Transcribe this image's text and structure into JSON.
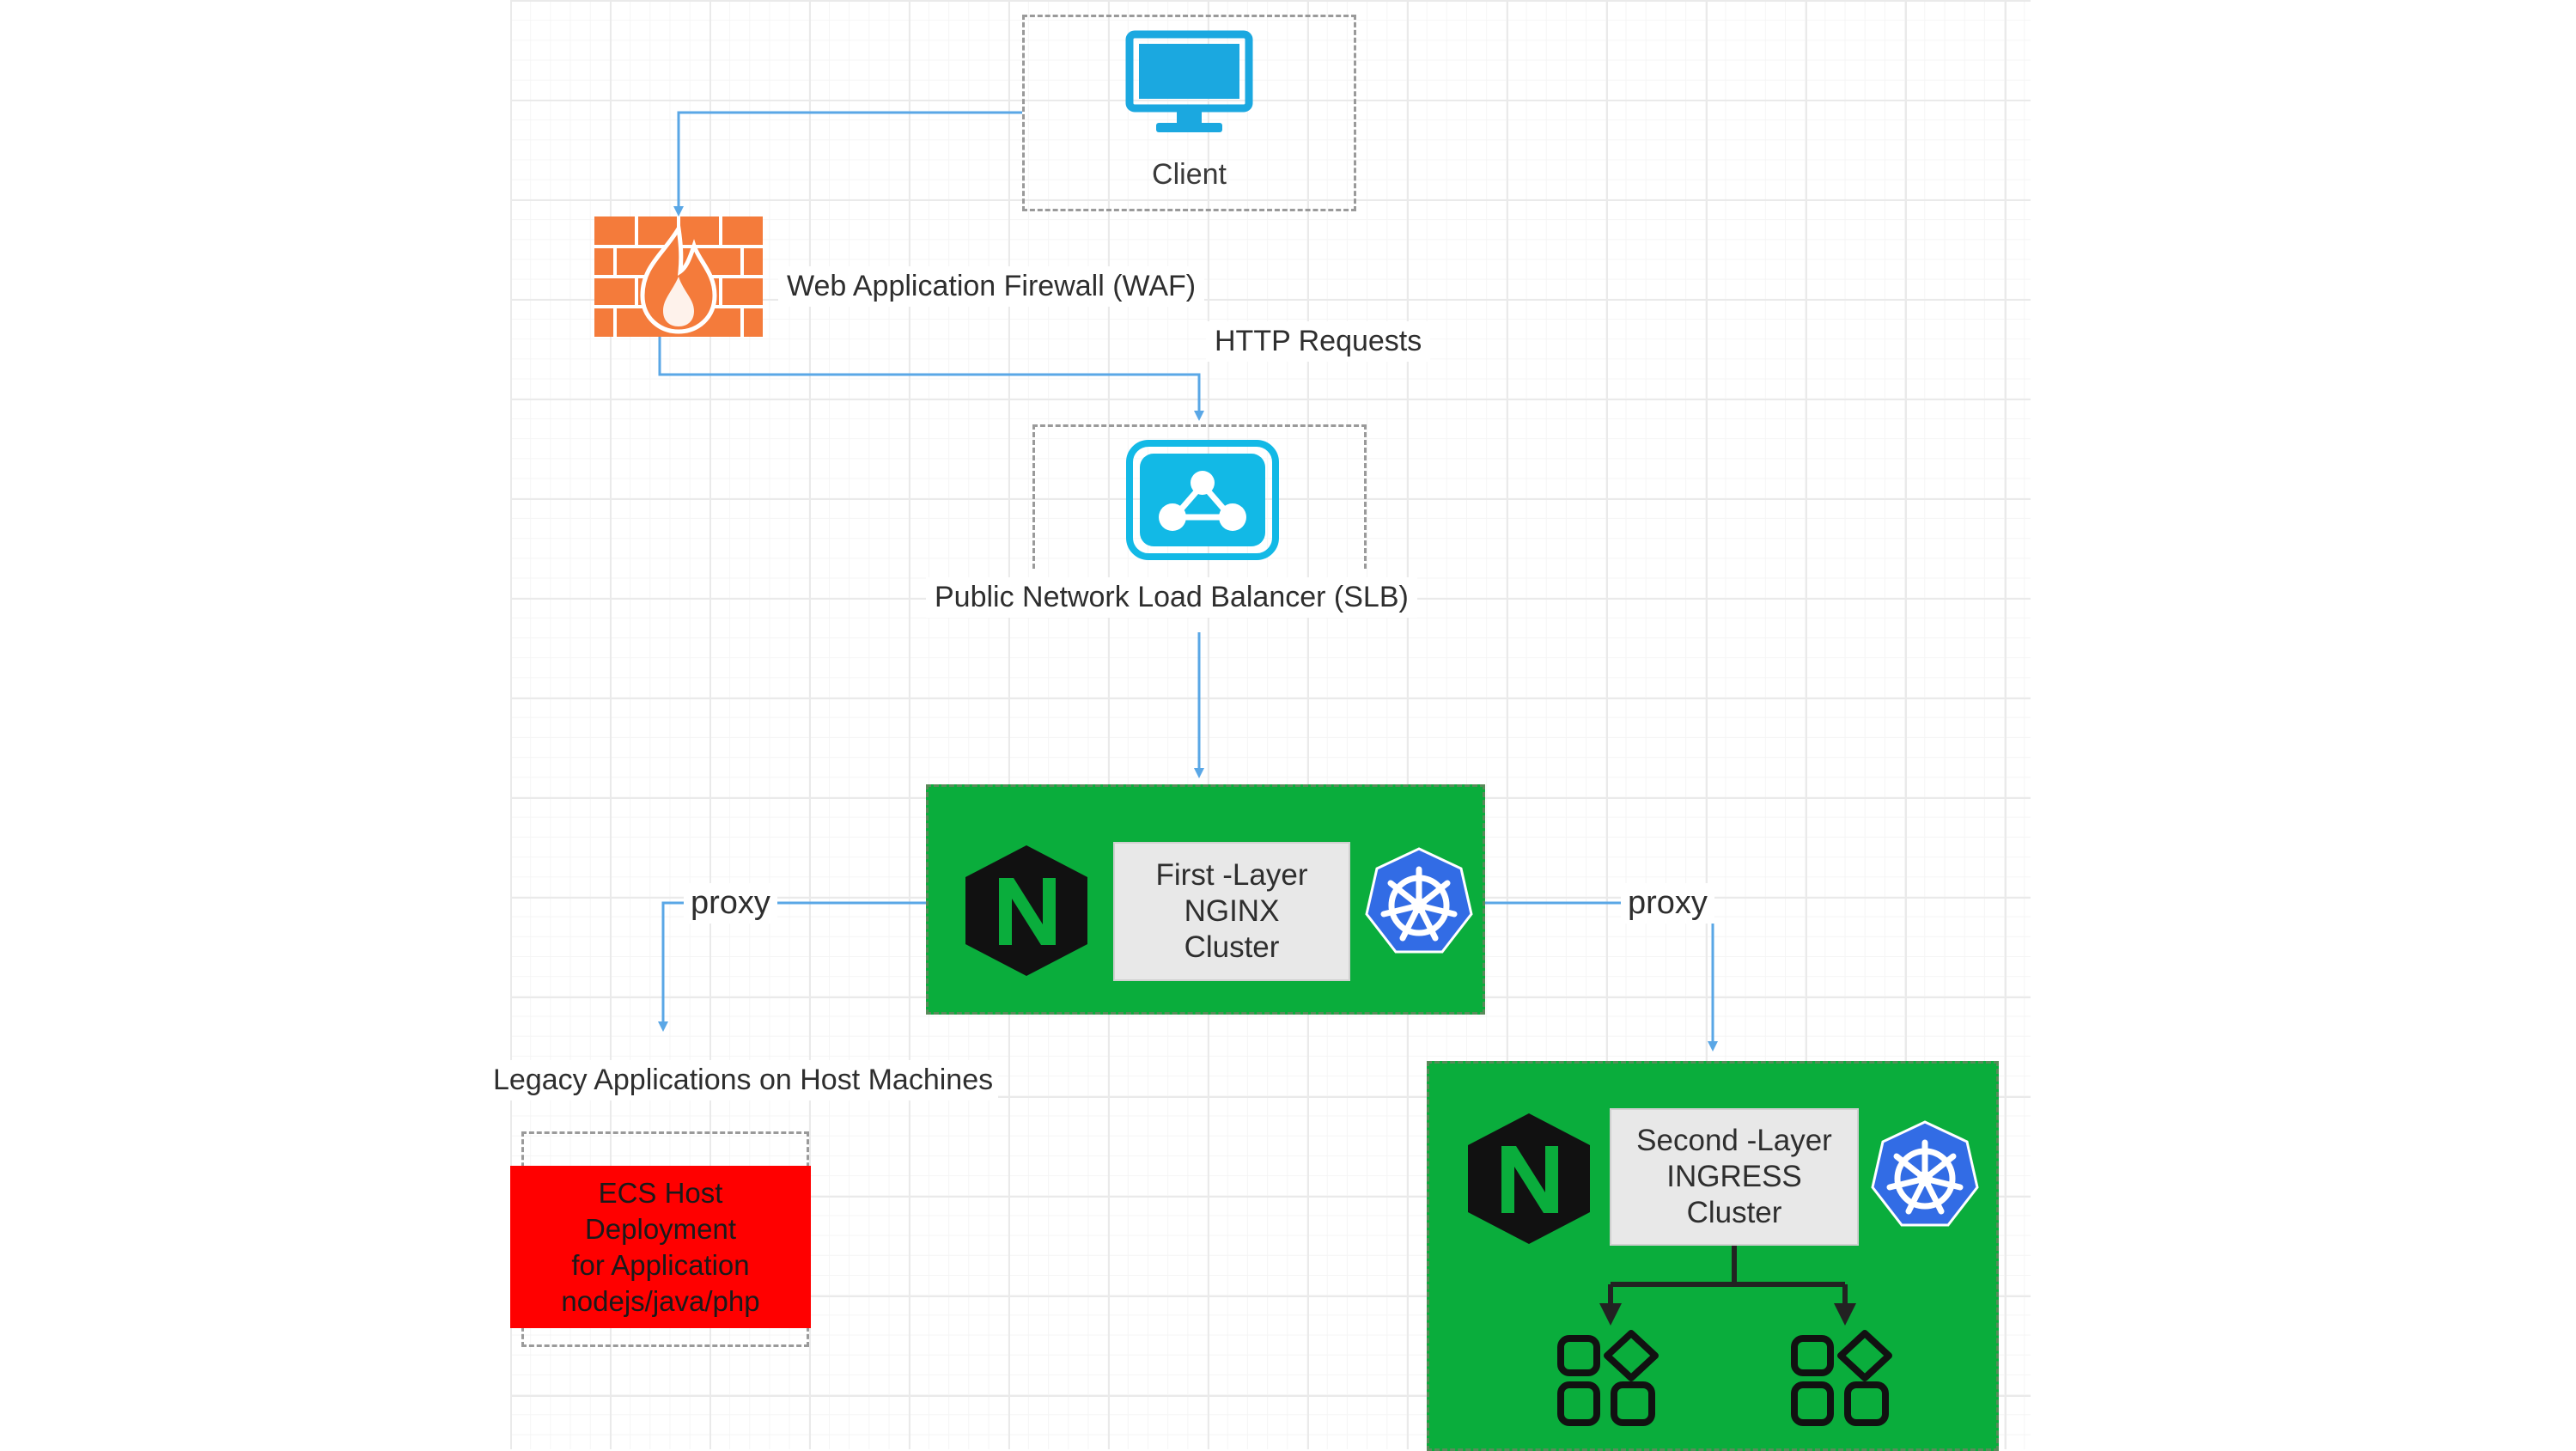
{
  "colors": {
    "connector": "#5aa7e6",
    "cluster_panel": "#0aad3c",
    "host_box": "#ff0000",
    "firewall": "#f47b3b",
    "client_icon": "#1ba8e0",
    "kubernetes": "#326ce5"
  },
  "nodes": {
    "client": {
      "label": "Client",
      "icon": "monitor-icon"
    },
    "waf": {
      "label": "Web Application Firewall (WAF)",
      "icon": "firewall-icon"
    },
    "http_requests": {
      "label": "HTTP Requests"
    },
    "slb": {
      "label": "Public Network Load Balancer (SLB)",
      "icon": "load-balancer-icon"
    },
    "first_layer": {
      "lines": [
        "First -Layer",
        "NGINX",
        "Cluster"
      ],
      "icons": [
        "nginx-icon",
        "kubernetes-icon"
      ]
    },
    "second_layer": {
      "lines": [
        "Second -Layer",
        "INGRESS",
        "Cluster"
      ],
      "icons": [
        "nginx-icon",
        "kubernetes-icon",
        "apps-icon",
        "apps-icon"
      ]
    },
    "legacy": {
      "label": "Legacy Applications on Host Machines",
      "lines": [
        "ECS Host",
        "Deployment",
        "for Application",
        "nodejs/java/php"
      ]
    }
  },
  "edges": {
    "proxy_left": "proxy",
    "proxy_right": "proxy"
  }
}
